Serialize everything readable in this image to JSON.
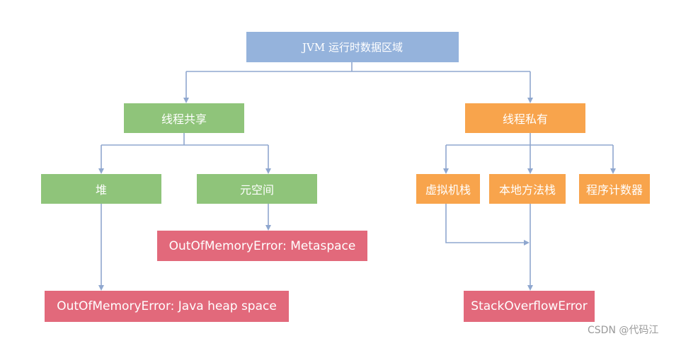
{
  "diagram": {
    "root": "JVM 运行时数据区域",
    "shared": "线程共享",
    "private": "线程私有",
    "heap": "堆",
    "metaspace": "元空间",
    "vm_stack": "虚拟机栈",
    "native_stack": "本地方法栈",
    "pc_register": "程序计数器",
    "oom_metaspace": "OutOfMemoryError: Metaspace",
    "oom_heap": "OutOfMemoryError: Java heap space",
    "stack_overflow": "StackOverflowError"
  },
  "colors": {
    "root": "#95b3dc",
    "shared": "#8fc47a",
    "private": "#f8a44c",
    "error": "#e2697b",
    "connector": "#8fa7cf"
  },
  "watermark": "CSDN @代码江"
}
